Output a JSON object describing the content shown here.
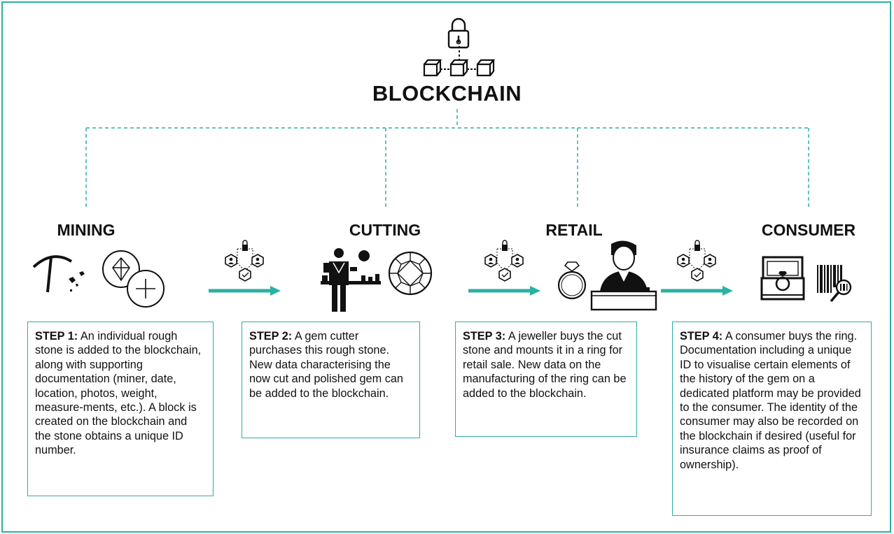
{
  "title": "BLOCKCHAIN",
  "accent_color": "#2bb0a4",
  "stages": [
    {
      "name": "MINING"
    },
    {
      "name": "CUTTING"
    },
    {
      "name": "RETAIL"
    },
    {
      "name": "CONSUMER"
    }
  ],
  "steps": [
    {
      "label": "STEP 1:",
      "text": "An individual rough stone is added to the blockchain, along with supporting documentation (miner, date, location, photos, weight, measure-ments, etc.). A block is created on the blockchain and the stone obtains a unique ID number."
    },
    {
      "label": "STEP 2:",
      "text": "A gem cutter purchases this rough stone. New data characterising the now cut and polished gem can be added to the blockchain."
    },
    {
      "label": "STEP 3:",
      "text": "A jeweller buys the cut stone and mounts it in a ring for retail sale. New data on the manufacturing of the ring can be added to the blockchain."
    },
    {
      "label": "STEP 4:",
      "text": "A consumer buys the ring. Documentation including a unique ID to visualise certain elements of the history of the gem on a dedicated platform may be provided to the consumer. The identity of the consumer may also be recorded on the blockchain if desired (useful for insurance claims as proof of ownership)."
    }
  ],
  "icons": [
    "padlock-icon",
    "blocks-icon",
    "pickaxe-icon",
    "rough-stone-icon",
    "add-icon",
    "network-icon",
    "arrow-icon",
    "gem-cutter-icon",
    "cut-diamond-icon",
    "ring-icon",
    "jeweller-icon",
    "ring-box-icon",
    "barcode-search-icon"
  ]
}
